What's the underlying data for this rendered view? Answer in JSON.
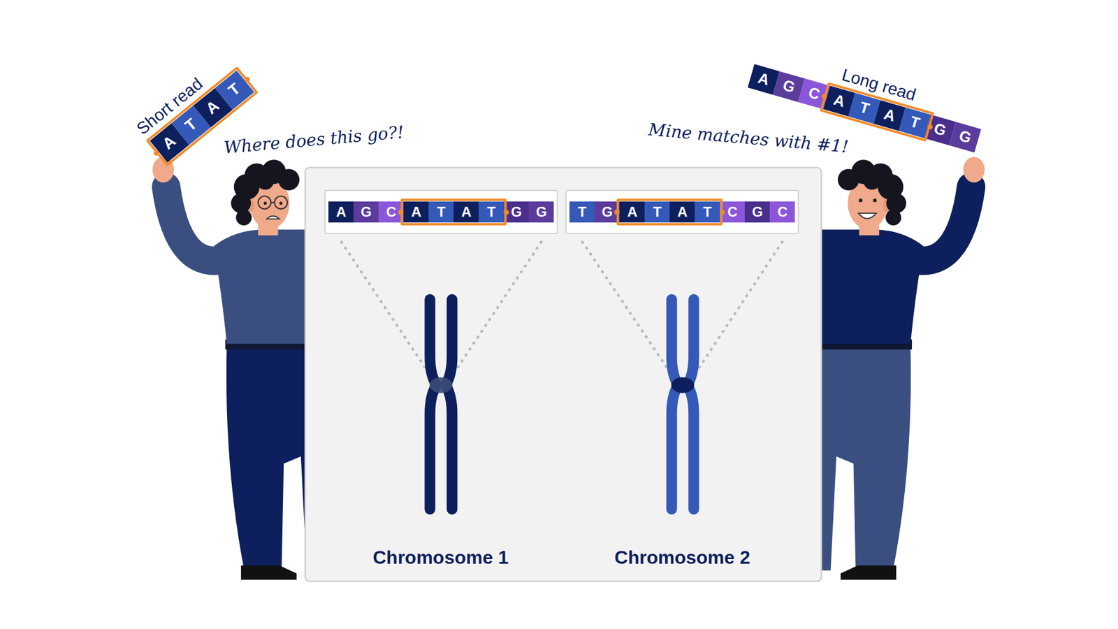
{
  "diagram": {
    "nodes": [
      {
        "text": [
          "Short read",
          "A",
          "T",
          "A",
          "T"
        ]
      },
      {
        "text": [
          "Long read",
          "A",
          "G",
          "C",
          "A",
          "T",
          "A",
          "T",
          "G",
          "G"
        ]
      },
      {
        "text": [
          "Chromosome 1",
          "Chromosome 2"
        ]
      },
      {
        "text": [
          "A",
          "G",
          "C",
          "A",
          "T",
          "A",
          "T",
          "G",
          "G"
        ],
        "in": 2
      },
      {
        "text": [
          "T",
          "G",
          "A",
          "T",
          "A",
          "T",
          "C",
          "G",
          "C"
        ],
        "in": 2
      }
    ],
    "labels": [
      "Where does this go?!",
      "Mine matches with #1!"
    ]
  }
}
